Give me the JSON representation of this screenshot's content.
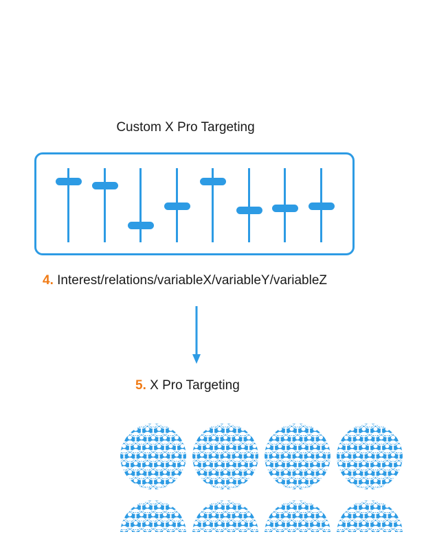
{
  "title": "Custom X Pro Targeting",
  "step4": {
    "number": "4.",
    "text": "Interest/relations/variableX/variableY/variableZ"
  },
  "step5": {
    "number": "5.",
    "text": "X Pro Targeting"
  },
  "sliders": [
    0.18,
    0.24,
    0.77,
    0.51,
    0.18,
    0.57,
    0.54,
    0.51
  ],
  "crowd_grid": {
    "rows": 2,
    "cols": 4
  },
  "colors": {
    "accent": "#2d9be4",
    "step_number": "#f07b16",
    "text": "#1a1a1a"
  },
  "icons": [
    "slider-icon",
    "arrow-down-icon",
    "crowd-icon"
  ]
}
